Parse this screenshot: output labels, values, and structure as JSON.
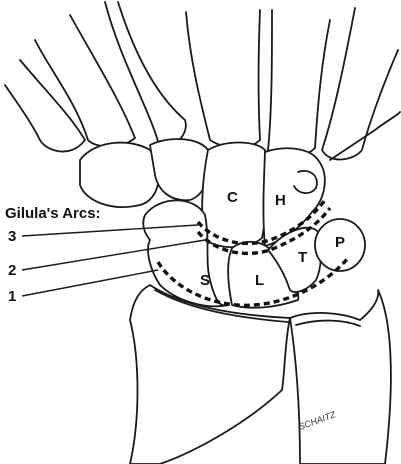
{
  "title": "Gilula's Arcs:",
  "arcs": [
    "1",
    "2",
    "3"
  ],
  "bones": {
    "capitate": "C",
    "hamate": "H",
    "scaphoid": "S",
    "lunate": "L",
    "triquetrum": "T",
    "pisiform": "P"
  },
  "signature": "SCHAITZ"
}
